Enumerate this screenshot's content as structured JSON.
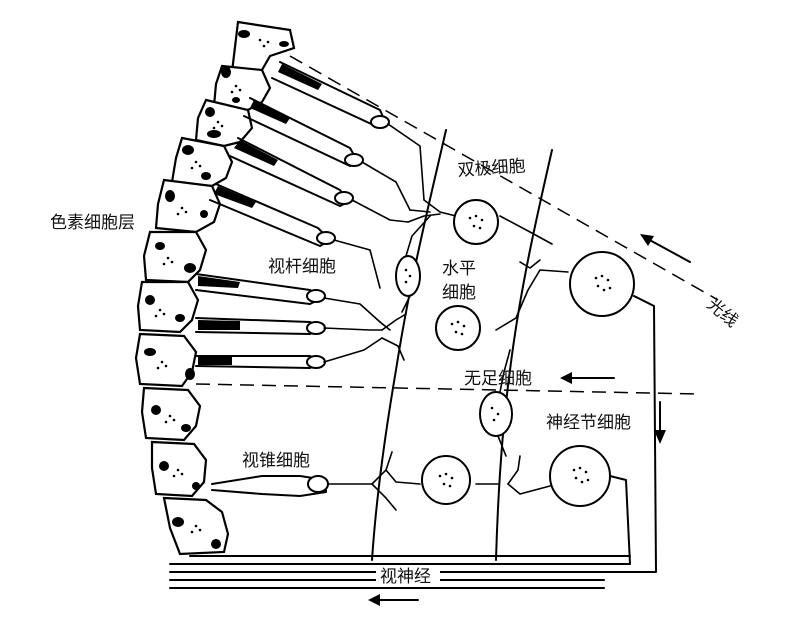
{
  "labels": {
    "pigment_layer": "色素细胞层",
    "rod_cell": "视杆细胞",
    "bipolar_cell": "双极细胞",
    "horizontal_cell_line1": "水平",
    "horizontal_cell_line2": "细胞",
    "light": "光线",
    "amacrine_cell": "无足细胞",
    "ganglion_cell": "神经节细胞",
    "cone_cell": "视锥细胞",
    "optic_nerve": "视神经"
  },
  "colors": {
    "ink": "#000000",
    "background": "#ffffff"
  }
}
